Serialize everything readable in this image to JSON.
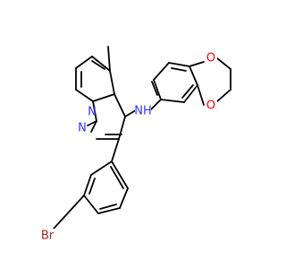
{
  "molecule": {
    "atom_labels": {
      "nitrogen_bridge": "N",
      "nitrogen_ring": "N",
      "amine": "NH",
      "oxygen_top": "O",
      "oxygen_bottom": "O",
      "bromine": "Br"
    },
    "colors": {
      "nitrogen": "#3333ff",
      "oxygen": "#ff0000",
      "bromine": "#a52a2a",
      "bond": "#000000"
    }
  }
}
